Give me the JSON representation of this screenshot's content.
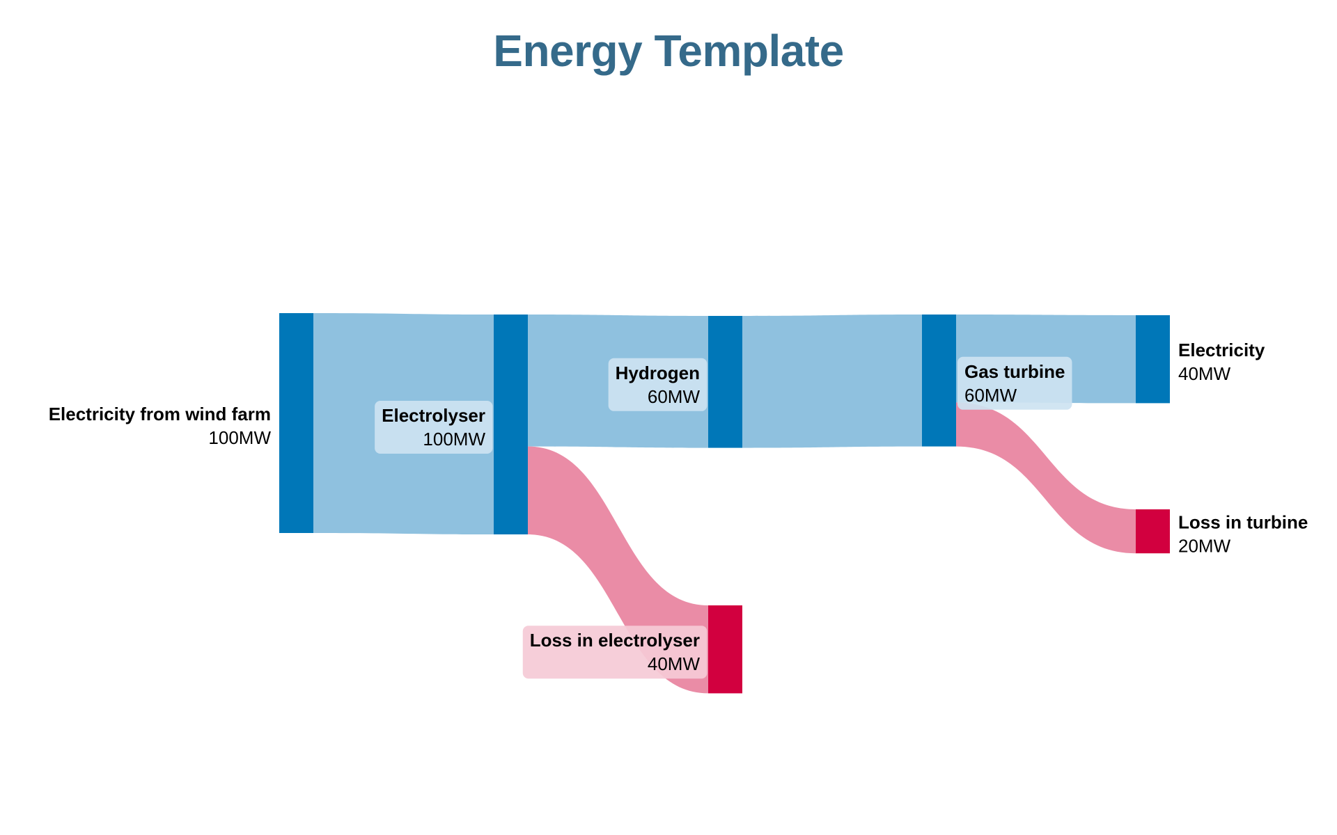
{
  "title": "Energy Template",
  "chart_data": {
    "type": "sankey",
    "title": "Energy Template",
    "unit": "MW",
    "colors": {
      "title": "#356a8a",
      "node_blue": "#0077b8",
      "node_red": "#d2003f",
      "link_blue": "#8fc1df",
      "link_red": "#ea8ca6",
      "label_bg_blue": "#cde3f1",
      "label_bg_red": "#f5cad6"
    },
    "nodes": [
      {
        "id": "wind",
        "name": "Electricity from wind farm",
        "value": 100,
        "value_label": "100MW",
        "column": 0,
        "color": "blue",
        "label_side": "left"
      },
      {
        "id": "electrolyser",
        "name": "Electrolyser",
        "value": 100,
        "value_label": "100MW",
        "column": 1,
        "color": "blue",
        "label_side": "left"
      },
      {
        "id": "hydrogen",
        "name": "Hydrogen",
        "value": 60,
        "value_label": "60MW",
        "column": 2,
        "color": "blue",
        "label_side": "left"
      },
      {
        "id": "loss_electrolyser",
        "name": "Loss in electrolyser",
        "value": 40,
        "value_label": "40MW",
        "column": 2,
        "color": "red",
        "label_side": "left"
      },
      {
        "id": "gas_turbine",
        "name": "Gas turbine",
        "value": 60,
        "value_label": "60MW",
        "column": 3,
        "color": "blue",
        "label_side": "right"
      },
      {
        "id": "electricity",
        "name": "Electricity",
        "value": 40,
        "value_label": "40MW",
        "column": 4,
        "color": "blue",
        "label_side": "right"
      },
      {
        "id": "loss_turbine",
        "name": "Loss in turbine",
        "value": 20,
        "value_label": "20MW",
        "column": 4,
        "color": "red",
        "label_side": "right"
      }
    ],
    "links": [
      {
        "source": "wind",
        "target": "electrolyser",
        "value": 100,
        "color": "blue"
      },
      {
        "source": "electrolyser",
        "target": "hydrogen",
        "value": 60,
        "color": "blue"
      },
      {
        "source": "electrolyser",
        "target": "loss_electrolyser",
        "value": 40,
        "color": "red"
      },
      {
        "source": "hydrogen",
        "target": "gas_turbine",
        "value": 60,
        "color": "blue"
      },
      {
        "source": "gas_turbine",
        "target": "electricity",
        "value": 40,
        "color": "blue"
      },
      {
        "source": "gas_turbine",
        "target": "loss_turbine",
        "value": 20,
        "color": "red"
      }
    ]
  }
}
